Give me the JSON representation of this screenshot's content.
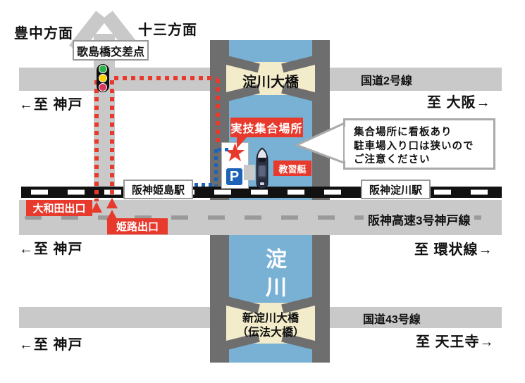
{
  "map": {
    "directions": {
      "toyonaka": "豊中方面",
      "juso": "十三方面",
      "kobe_top": "←至 神戸",
      "osaka": "至 大阪→",
      "kobe_mid": "←至 神戸",
      "loop_line": "至 環状線→",
      "kobe_bottom": "←至 神戸",
      "tennoji": "至 天王寺→"
    },
    "roads": {
      "route2": "国道2号線",
      "route43": "国道43号線",
      "expressway": "阪神高速3号神戸線"
    },
    "intersection": "歌島橋交差点",
    "stations": {
      "himejima": "阪神姫島駅",
      "yodogawa": "阪神淀川駅"
    },
    "exits": {
      "owada": "大和田出口",
      "himeji": "姫路出口"
    },
    "bridges": {
      "yodogawa_ohashi": "淀川大橋",
      "shin_yodogawa_line1": "新淀川大橋",
      "shin_yodogawa_line2": "（伝法大橋）"
    },
    "river": "淀川",
    "meeting": {
      "label": "実技集合場所",
      "boat_label": "教習艇",
      "parking_letter": "P",
      "star_glyph": "★"
    },
    "note": {
      "line1": "集合場所に看板あり",
      "line2": "駐車場入り口は狭いので",
      "line3": "ご注意ください"
    },
    "colors": {
      "road": "#c9c9c9",
      "bank": "#6e6e6e",
      "river": "#79b1d5",
      "bridge": "#f2ecca",
      "railway": "#111111",
      "accent_red": "#e8392d",
      "accent_blue": "#1d63b8"
    }
  }
}
